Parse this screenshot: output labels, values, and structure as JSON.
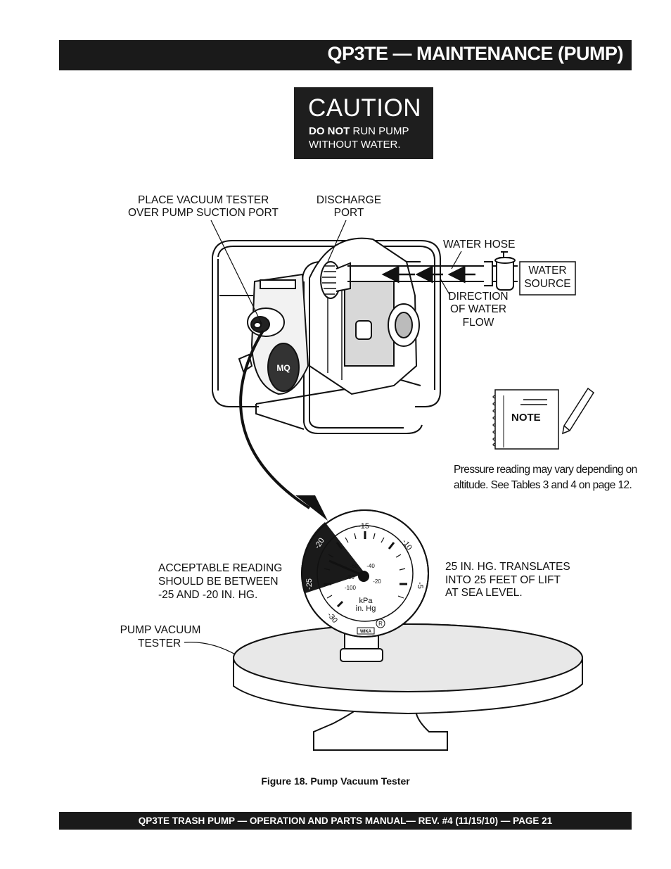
{
  "header": {
    "title": "QP3TE  — MAINTENANCE (PUMP)"
  },
  "caution": {
    "title": "CAUTION",
    "line1_bold": "DO NOT",
    "line1_rest": " RUN PUMP",
    "line2": "WITHOUT WATER."
  },
  "figure": {
    "label_vacuum_tester_line1": "PLACE VACUUM TESTER",
    "label_vacuum_tester_line2": "OVER PUMP SUCTION PORT",
    "label_discharge_line1": "DISCHARGE",
    "label_discharge_line2": "PORT",
    "label_water_hose": "WATER HOSE",
    "label_water_source_line1": "WATER",
    "label_water_source_line2": "SOURCE",
    "label_direction_line1": "DIRECTION",
    "label_direction_line2": "OF WATER",
    "label_direction_line3": "FLOW",
    "label_acceptable_line1": "ACCEPTABLE READING",
    "label_acceptable_line2": "SHOULD BE BETWEEN",
    "label_acceptable_line3": "-25 AND -20 IN. HG.",
    "label_translates_line1": "25 IN. HG. TRANSLATES",
    "label_translates_line2": "INTO 25 FEET OF LIFT",
    "label_translates_line3": "AT SEA LEVEL.",
    "label_pump_vacuum_line1": "PUMP VACUUM",
    "label_pump_vacuum_line2": "TESTER",
    "pump_badge": "MQ",
    "caption": "Figure 18.  Pump Vacuum Tester"
  },
  "note": {
    "label": "NOTE",
    "text": "Pressure reading may vary depending on altitude. See Tables 3 and 4 on page 12."
  },
  "gauge": {
    "outer_ticks": [
      "-15",
      "-10",
      "-5",
      "-20",
      "-25",
      "-30"
    ],
    "inner_ticks": [
      "-60",
      "-40",
      "-80",
      "-20",
      "-100"
    ],
    "unit_kpa": "kPa",
    "unit_inhg": "in. Hg",
    "brand": "WIKA",
    "registered": "R"
  },
  "footer": {
    "text": "QP3TE TRASH PUMP — OPERATION AND PARTS  MANUAL— REV. #4 (11/15/10) — PAGE 21"
  }
}
